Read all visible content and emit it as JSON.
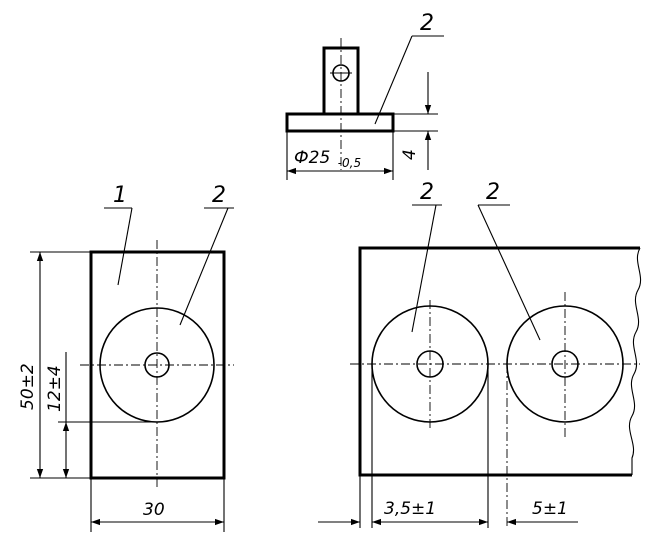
{
  "labels": {
    "top_callout": "2",
    "left_part_callout": "1",
    "left_insert_callout": "2",
    "right_insert_callout_1": "2",
    "right_insert_callout_2": "2"
  },
  "dimensions": {
    "top_diameter_main": "Ф25",
    "top_diameter_tolerance": "-0,5",
    "top_thickness": "4",
    "left_height": "50±2",
    "left_offset": "12±4",
    "left_width": "30",
    "right_gap_1": "3,5±1",
    "right_gap_2": "5±1"
  }
}
